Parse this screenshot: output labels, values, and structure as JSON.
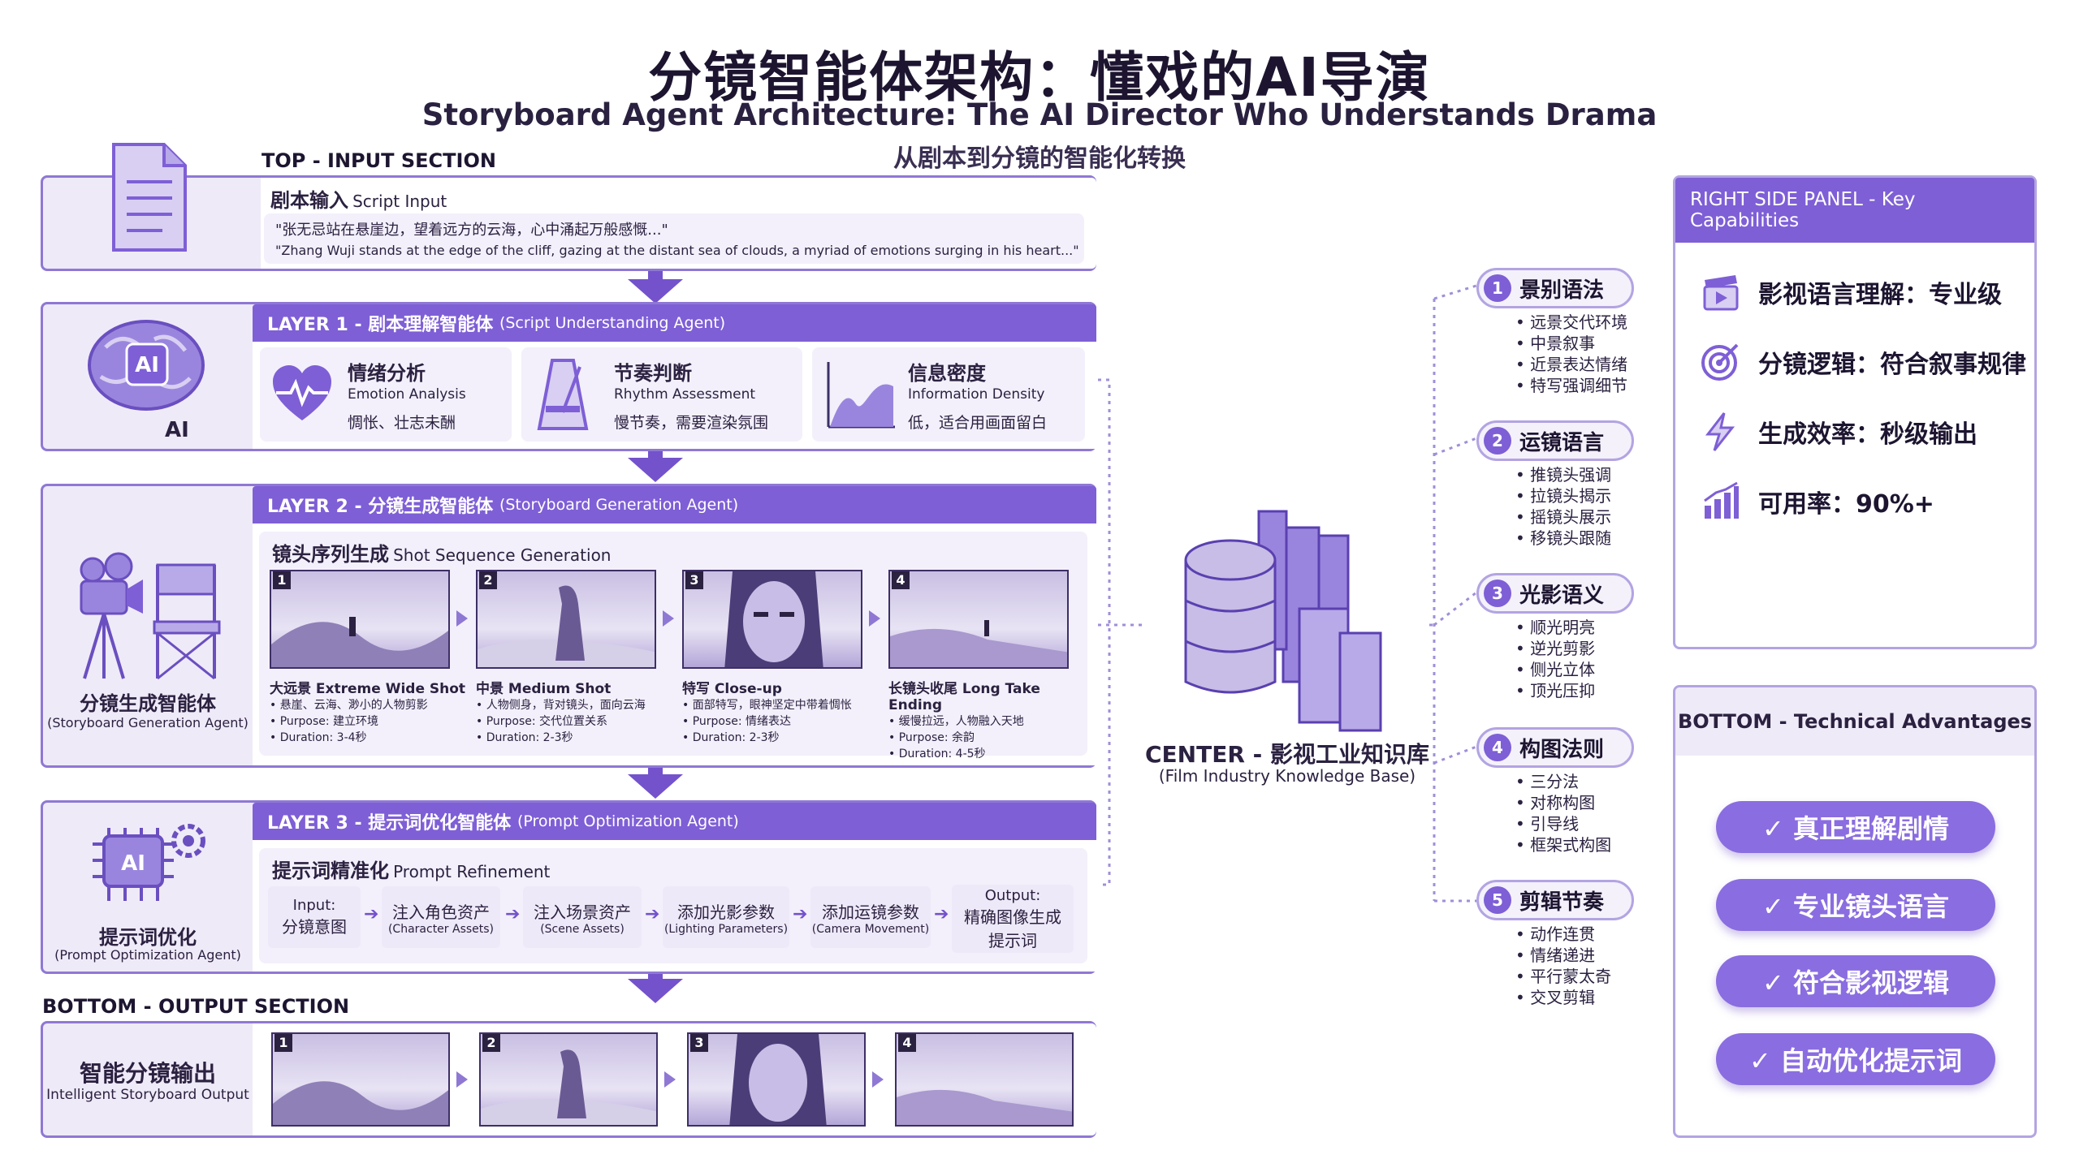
{
  "header": {
    "title_zh": "分镜智能体架构：懂戏的AI导演",
    "title_en": "Storyboard Agent Architecture: The AI Director Who Understands Drama",
    "subtitle": "从剧本到分镜的智能化转换"
  },
  "top_section": {
    "label": "TOP - INPUT SECTION",
    "title": "剧本输入",
    "title_en": "Script Input",
    "quote_zh": "\"张无忌站在悬崖边，望着远方的云海，心中涌起万般感慨...\"",
    "quote_en": "\"Zhang Wuji stands at the edge of the cliff, gazing at the distant sea of clouds, a myriad of emotions surging in his heart...\""
  },
  "layer1": {
    "header": "LAYER 1 - 剧本理解智能体",
    "header_en": "(Script Understanding Agent)",
    "side_label": "AI",
    "icon_text": "AI",
    "cards": [
      {
        "title": "情绪分析",
        "sub": "Emotion Analysis",
        "desc": "惆怅、壮志未酬"
      },
      {
        "title": "节奏判断",
        "sub": "Rhythm Assessment",
        "desc": "慢节奏，需要渲染氛围"
      },
      {
        "title": "信息密度",
        "sub": "Information Density",
        "desc": "低，适合用画面留白"
      }
    ]
  },
  "layer2": {
    "header": "LAYER 2 - 分镜生成智能体",
    "header_en": "(Storyboard Generation Agent)",
    "side_title": "分镜生成智能体",
    "side_sub": "(Storyboard Generation Agent)",
    "seq_title": "镜头序列生成",
    "seq_title_en": "Shot Sequence Generation",
    "shots": [
      {
        "num": "1",
        "title": "大远景 Extreme Wide Shot",
        "l1": "• 悬崖、云海、渺小的人物剪影",
        "l2": "• Purpose:  建立环境",
        "l3": "• Duration:  3-4秒"
      },
      {
        "num": "2",
        "title": "中景 Medium Shot",
        "l1": "• 人物侧身，背对镜头，面向云海",
        "l2": "• Purpose:  交代位置关系",
        "l3": "• Duration:  2-3秒"
      },
      {
        "num": "3",
        "title": "特写 Close-up",
        "l1": "• 面部特写，眼神坚定中带着惆怅",
        "l2": "• Purpose:  情绪表达",
        "l3": "• Duration:  2-3秒"
      },
      {
        "num": "4",
        "title": "长镜头收尾 Long Take Ending",
        "l1": "• 缓慢拉远，人物融入天地",
        "l2": "• Purpose:  余韵",
        "l3": "• Duration:  4-5秒"
      }
    ]
  },
  "layer3": {
    "header": "LAYER 3 - 提示词优化智能体",
    "header_en": "(Prompt Optimization Agent)",
    "side_title": "提示词优化",
    "side_sub": "(Prompt Optimization Agent)",
    "chip_text": "AI",
    "ref_title": "提示词精准化",
    "ref_title_en": "Prompt Refinement",
    "steps": [
      {
        "a": "Input:",
        "b": "分镜意图"
      },
      {
        "a": "注入角色资产",
        "b": "(Character Assets)"
      },
      {
        "a": "注入场景资产",
        "b": "(Scene Assets)"
      },
      {
        "a": "添加光影参数",
        "b": "(Lighting Parameters)"
      },
      {
        "a": "添加运镜参数",
        "b": "(Camera Movement)"
      },
      {
        "a": "Output:",
        "b": "精确图像生成",
        "c": "提示词"
      }
    ]
  },
  "bottom_section": {
    "label": "BOTTOM - OUTPUT SECTION",
    "title": "智能分镜输出",
    "sub": "Intelligent Storyboard Output",
    "frames": [
      "1",
      "2",
      "3",
      "4"
    ]
  },
  "center": {
    "title": "CENTER - 影视工业知识库",
    "sub": "(Film Industry Knowledge Base)"
  },
  "categories": [
    {
      "num": "1",
      "name": "景别语法",
      "items": [
        "• 远景交代环境",
        "• 中景叙事",
        "• 近景表达情绪",
        "• 特写强调细节"
      ]
    },
    {
      "num": "2",
      "name": "运镜语言",
      "items": [
        "• 推镜头强调",
        "• 拉镜头揭示",
        "• 摇镜头展示",
        "• 移镜头跟随"
      ]
    },
    {
      "num": "3",
      "name": "光影语义",
      "items": [
        "• 顺光明亮",
        "• 逆光剪影",
        "• 侧光立体",
        "• 顶光压抑"
      ]
    },
    {
      "num": "4",
      "name": "构图法则",
      "items": [
        "• 三分法",
        "• 对称构图",
        "• 引导线",
        "• 框架式构图"
      ]
    },
    {
      "num": "5",
      "name": "剪辑节奏",
      "items": [
        "• 动作连贯",
        "• 情绪递进",
        "• 平行蒙太奇",
        "• 交叉剪辑"
      ]
    }
  ],
  "right_panel": {
    "header": "RIGHT SIDE PANEL - Key Capabilities",
    "items": [
      {
        "icon": "clapperboard-icon",
        "text": "影视语言理解：专业级"
      },
      {
        "icon": "target-icon",
        "text": "分镜逻辑：符合叙事规律"
      },
      {
        "icon": "lightning-icon",
        "text": "生成效率：秒级输出"
      },
      {
        "icon": "bar-chart-icon",
        "text": "可用率：90%+"
      }
    ]
  },
  "advantages": {
    "header": "BOTTOM - Technical Advantages",
    "items": [
      "✓ 真正理解剧情",
      "✓ 专业镜头语言",
      "✓ 符合影视逻辑",
      "✓ 自动优化提示词"
    ]
  },
  "colors": {
    "accent": "#7e5fd6",
    "border": "#8f78d4",
    "pill": "#8a6de0"
  }
}
